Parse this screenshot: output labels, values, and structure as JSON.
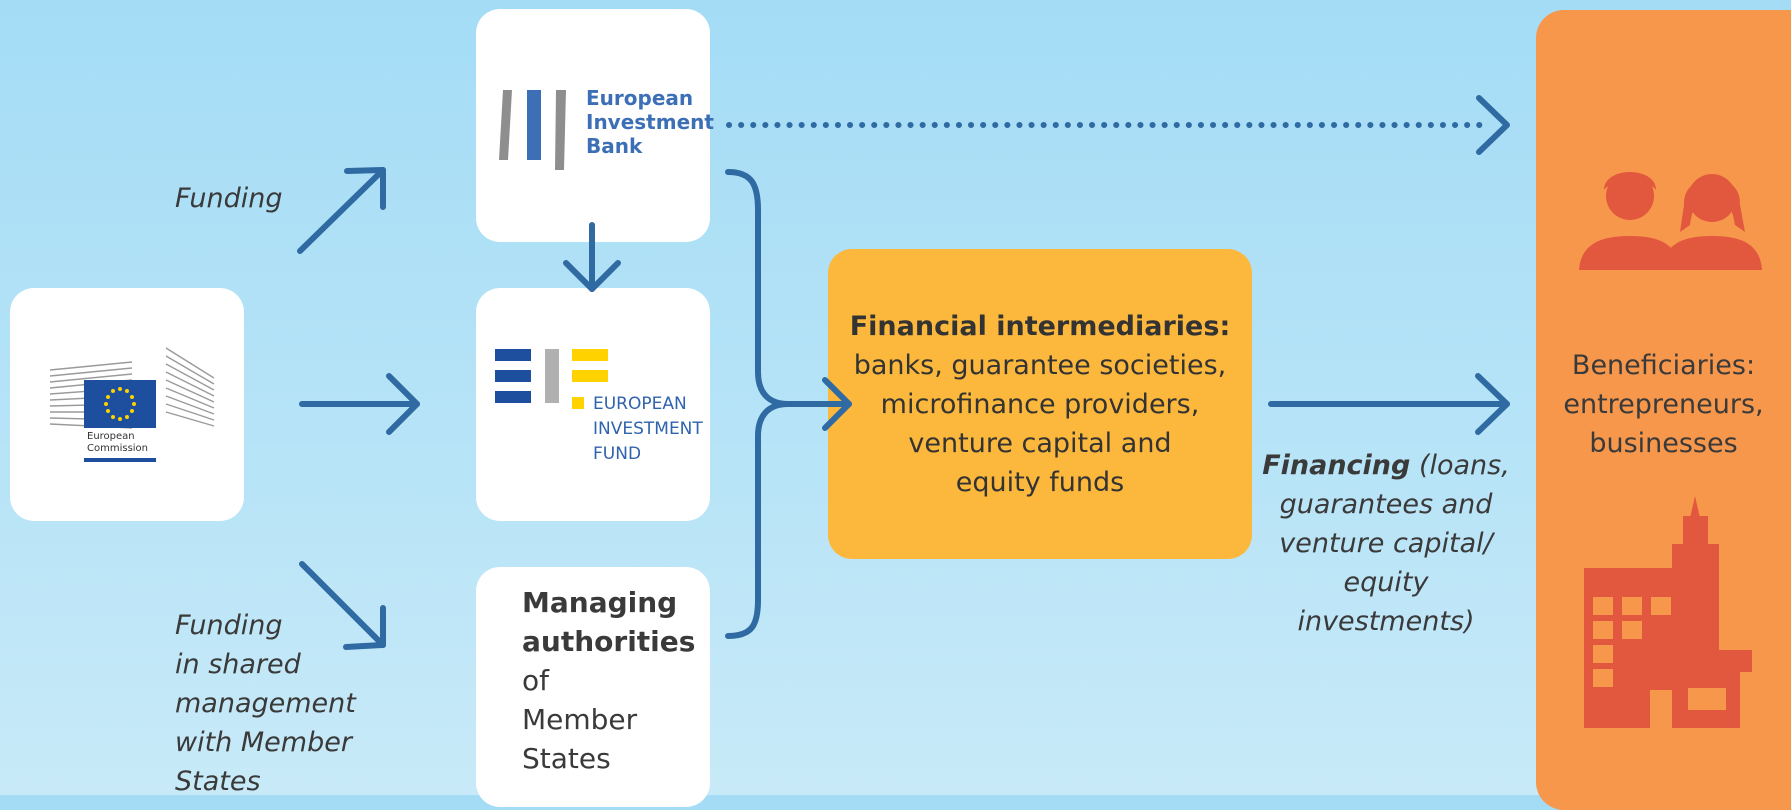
{
  "left_labels": {
    "funding_eib": "Funding",
    "funding_shared": [
      "Funding",
      "in shared",
      "management",
      "with Member",
      "States"
    ]
  },
  "logos": {
    "european_commission": [
      "European",
      "Commission"
    ],
    "eib": [
      "European",
      "Investment",
      "Bank"
    ],
    "eif": [
      "EUROPEAN",
      "INVESTMENT",
      "FUND"
    ]
  },
  "managing_authorities": {
    "bold": [
      "Managing",
      "authorities"
    ],
    "normal": [
      "of",
      "Member",
      "States"
    ]
  },
  "financial_intermediaries": {
    "title": "Financial intermediaries:",
    "lines": [
      "banks, guarantee societies,",
      "microfinance providers,",
      "venture capital and",
      "equity funds"
    ]
  },
  "financing": {
    "bold": "Financing",
    "rest_first": " (loans,",
    "lines": [
      "guarantees and",
      "venture capital/",
      "equity investments)"
    ]
  },
  "beneficiaries": {
    "lines": [
      "Beneficiaries:",
      "entrepreneurs,",
      "businesses"
    ]
  },
  "colors": {
    "background": "#a4dcf6",
    "arrow": "#2f6aa2",
    "intermediaries_box": "#fcb83c",
    "beneficiaries_panel": "#f6974c",
    "beneficiary_icons": "#e2583e",
    "eu_blue": "#1e4e9e",
    "eu_yellow": "#ffd200"
  },
  "icons": [
    "people-icon",
    "building-icon",
    "eu-flag-icon"
  ]
}
